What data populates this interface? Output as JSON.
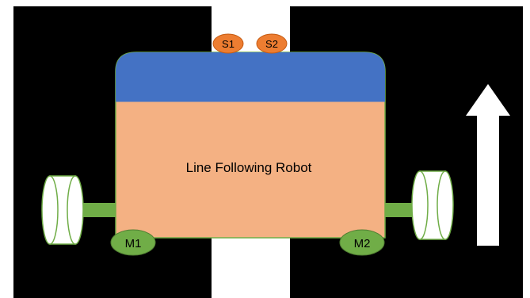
{
  "robot": {
    "title": "Line Following Robot",
    "sensors": [
      "S1",
      "S2"
    ],
    "motors": [
      "M1",
      "M2"
    ]
  },
  "colors": {
    "background": "#000000",
    "track": "#ffffff",
    "body": "#f4b183",
    "body_top": "#4472c4",
    "sensor": "#ed7d31",
    "motor": "#70ad47",
    "axle": "#70ad47",
    "wheel": "#ffffff",
    "arrow": "#ffffff"
  }
}
